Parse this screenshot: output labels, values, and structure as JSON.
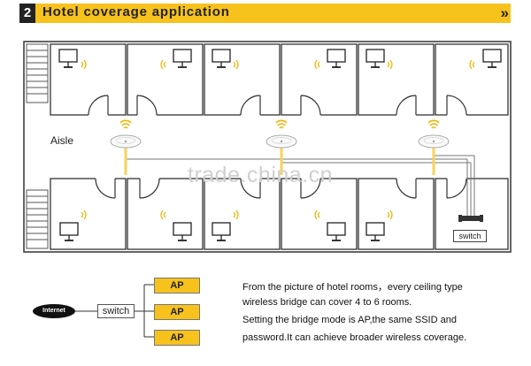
{
  "header": {
    "number": "2",
    "title": "Hotel coverage application",
    "chevrons": "»"
  },
  "plan": {
    "aisle_label": "Aisle",
    "watermark": "trade.china.cn",
    "switch_label": "switch"
  },
  "legend": {
    "internet_label": "Internet",
    "switch_label": "switch",
    "ap_labels": [
      "AP",
      "AP",
      "AP"
    ]
  },
  "description": {
    "lines": [
      "From the picture of hotel rooms，every ceiling type",
      "wireless bridge can cover 4 to 6 rooms.",
      "Setting the bridge mode is AP,the same SSID and",
      "password.It can achieve broader wireless coverage."
    ]
  },
  "colors": {
    "accent": "#f7c21c",
    "header_badge": "#222222"
  }
}
